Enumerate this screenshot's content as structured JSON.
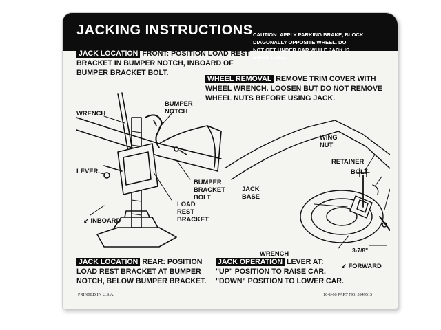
{
  "header": {
    "title": "JACKING INSTRUCTIONS",
    "caution": [
      "CAUTION: APPLY PARKING BRAKE, BLOCK",
      "DIAGONALLY OPPOSITE WHEEL. DO",
      "NOT GET UNDER CAR WHILE JACK IS",
      "BEING USED."
    ]
  },
  "jack_location_front": {
    "tag": "JACK LOCATION",
    "lines": [
      "FRONT: POSITION LOAD REST",
      "BRACKET IN BUMPER NOTCH, INBOARD OF",
      "BUMPER BRACKET BOLT."
    ]
  },
  "wheel_removal": {
    "tag": "WHEEL REMOVAL",
    "lines": [
      "REMOVE TRIM COVER WITH",
      "WHEEL WRENCH. LOOSEN BUT DO NOT REMOVE",
      "WHEEL NUTS BEFORE USING JACK."
    ]
  },
  "left_illustration": {
    "wrench": "WRENCH",
    "bumper_notch": [
      "BUMPER",
      "NOTCH"
    ],
    "lever": "LEVER",
    "bumper_bracket_bolt": [
      "BUMPER",
      "BRACKET",
      "BOLT"
    ],
    "load_rest_bracket": [
      "LOAD",
      "REST",
      "BRACKET"
    ],
    "inboard": "INBOARD"
  },
  "right_illustration": {
    "wing_nut": [
      "WING",
      "NUT"
    ],
    "retainer": "RETAINER",
    "bolt": "BOLT",
    "jack_base": [
      "JACK",
      "BASE"
    ],
    "wrench": "WRENCH",
    "dimension": "3-7/8\"",
    "forward": "FORWARD"
  },
  "jack_location_rear": {
    "tag": "JACK LOCATION",
    "lines": [
      "REAR: POSITION",
      "LOAD REST BRACKET AT BUMPER",
      "NOTCH, BELOW BUMPER BRACKET."
    ]
  },
  "jack_operation": {
    "tag": "JACK OPERATION",
    "lines": [
      "LEVER AT:",
      "\"UP\" POSITION TO RAISE CAR.",
      "\"DOWN\" POSITION TO LOWER CAR."
    ]
  },
  "footer": {
    "printed": "PRINTED IN U.S.A.",
    "part": "10-1-66 PART NO. 3949515"
  }
}
